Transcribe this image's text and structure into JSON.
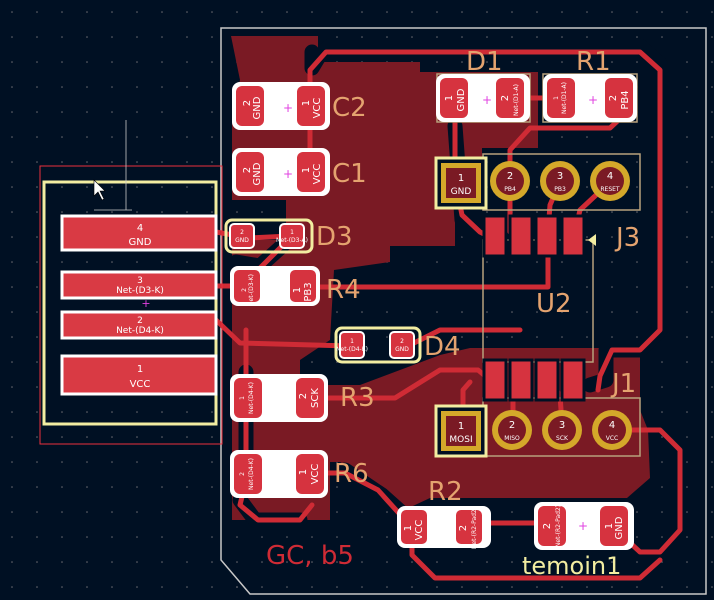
{
  "board_text": {
    "left_label": "GC, b5",
    "right_label": "temoin1"
  },
  "components": {
    "c2": {
      "ref": "C2",
      "pad1": "1",
      "pad1_net": "VCC",
      "pad2": "2",
      "pad2_net": "GND"
    },
    "c1": {
      "ref": "C1",
      "pad1": "1",
      "pad1_net": "VCC",
      "pad2": "2",
      "pad2_net": "GND"
    },
    "d1": {
      "ref": "D1",
      "pad1": "1",
      "pad1_net": "GND",
      "pad2": "2",
      "pad2_net": "Net-(D1-A)"
    },
    "r1": {
      "ref": "R1",
      "pad1": "1",
      "pad1_net": "Net-(D1-A)",
      "pad2": "2",
      "pad2_net": "PB4"
    },
    "d3": {
      "ref": "D3",
      "pad1": "1",
      "pad1_net": "Net-(D3-A)",
      "pad2": "2",
      "pad2_net": "GND"
    },
    "r4": {
      "ref": "R4",
      "pad1": "1",
      "pad1_net": "PB3",
      "pad2": "2",
      "pad2_net": "Net-(D3-K)"
    },
    "d4": {
      "ref": "D4",
      "pad1": "1",
      "pad1_net": "Net-(D4-K)",
      "pad2": "2",
      "pad2_net": "GND"
    },
    "r3": {
      "ref": "R3",
      "pad1": "1",
      "pad1_net": "Net-(D4-K)",
      "pad2": "2",
      "pad2_net": "SCK"
    },
    "r6": {
      "ref": "R6",
      "pad1": "1",
      "pad1_net": "VCC",
      "pad2": "2",
      "pad2_net": "Net-(D4-K)"
    },
    "r2": {
      "ref": "R2",
      "pad1": "1",
      "pad1_net": "VCC",
      "pad2": "2",
      "pad2_net": "Net-(R2-Pad2)"
    },
    "temoin1": {
      "pad1": "1",
      "pad1_net": "GND",
      "pad2": "2",
      "pad2_net": "Net-(R2-Pad2)"
    },
    "u2": {
      "ref": "U2"
    },
    "j3": {
      "ref": "J3",
      "pins": [
        {
          "num": "1",
          "net": "GND"
        },
        {
          "num": "2",
          "net": "PB4"
        },
        {
          "num": "3",
          "net": "PB3"
        },
        {
          "num": "4",
          "net": "RESET"
        }
      ]
    },
    "j1": {
      "ref": "J1",
      "pins": [
        {
          "num": "1",
          "net": "MOSI"
        },
        {
          "num": "2",
          "net": "MISO"
        },
        {
          "num": "3",
          "net": "SCK"
        },
        {
          "num": "4",
          "net": "VCC"
        }
      ]
    },
    "usb": {
      "pads": [
        {
          "num": "4",
          "net": "GND"
        },
        {
          "num": "3",
          "net": "Net-(D3-K)"
        },
        {
          "num": "2",
          "net": "Net-(D4-K)"
        },
        {
          "num": "1",
          "net": "VCC"
        }
      ]
    }
  },
  "colors": {
    "background": "#001023",
    "copper": "#cf2b35",
    "copper_zone": "#7a1a24",
    "silkscreen": "#f2eda1",
    "reference": "#e4a36f",
    "fab": "#b8a17c"
  }
}
